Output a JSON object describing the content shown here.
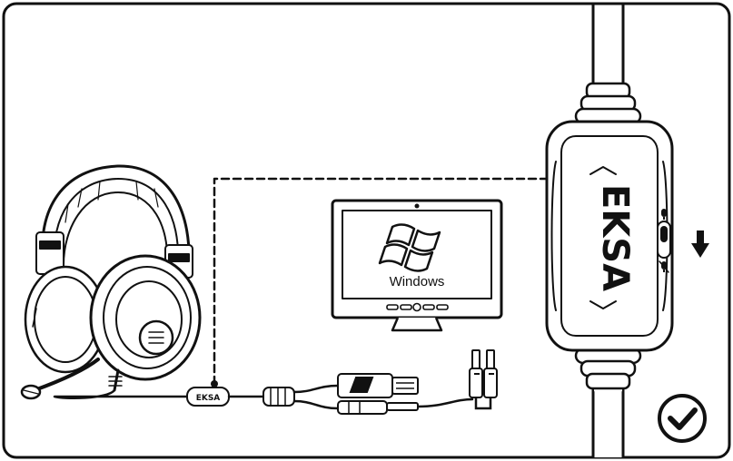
{
  "monitor": {
    "os_label": "Windows",
    "logo_icon": "windows-logo-icon"
  },
  "brand": {
    "plug_logo": "EKSA",
    "controller_logo": "EKSA"
  },
  "controller": {
    "switch_icons": [
      "mic-on-icon",
      "mic-off-icon"
    ],
    "direction_icon": "arrow-down-icon"
  },
  "status": {
    "icon": "check-circle-icon"
  },
  "colors": {
    "line": "#111111",
    "background": "#ffffff"
  }
}
